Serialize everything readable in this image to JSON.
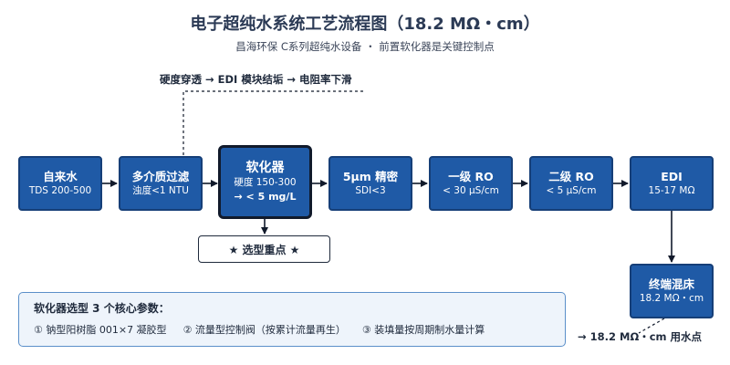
{
  "title": "电子超纯水系统工艺流程图（18.2 MΩ・cm）",
  "subtitle": "昌海环保 C系列超纯水设备 ・ 前置软化器是关键控制点",
  "callout_top": "硬度穿透 → EDI 模块结垢 → 电阻率下滑",
  "nodes": [
    {
      "title": "自来水",
      "sub": "TDS 200-500"
    },
    {
      "title": "多介质过滤",
      "sub": "浊度<1 NTU"
    },
    {
      "title": "软化器",
      "sub": "硬度 150-300",
      "sub2": "→ < 5 mg/L"
    },
    {
      "title": "5μm 精密",
      "sub": "SDI<3"
    },
    {
      "title": "一级 RO",
      "sub": "< 30 μS/cm"
    },
    {
      "title": "二级 RO",
      "sub": "< 5 μS/cm"
    },
    {
      "title": "EDI",
      "sub": "15-17 MΩ"
    },
    {
      "title": "终端混床",
      "sub": "18.2 MΩ・cm"
    }
  ],
  "keypoint": "★ 选型重点 ★",
  "params": {
    "heading": "软化器选型 3 个核心参数：",
    "items": [
      "① 钠型阳树脂 001×7 凝胶型",
      "② 流量型控制阀（按累计流量再生）",
      "③ 装填量按周期制水量计算"
    ]
  },
  "output": "→ 18.2 MΩ・cm 用水点",
  "colors": {
    "node_fill": "#1f5aa6",
    "node_border": "#163f78",
    "core_border": "#111a2b",
    "params_bg": "#eef4fb",
    "params_border": "#5b8fc9"
  }
}
